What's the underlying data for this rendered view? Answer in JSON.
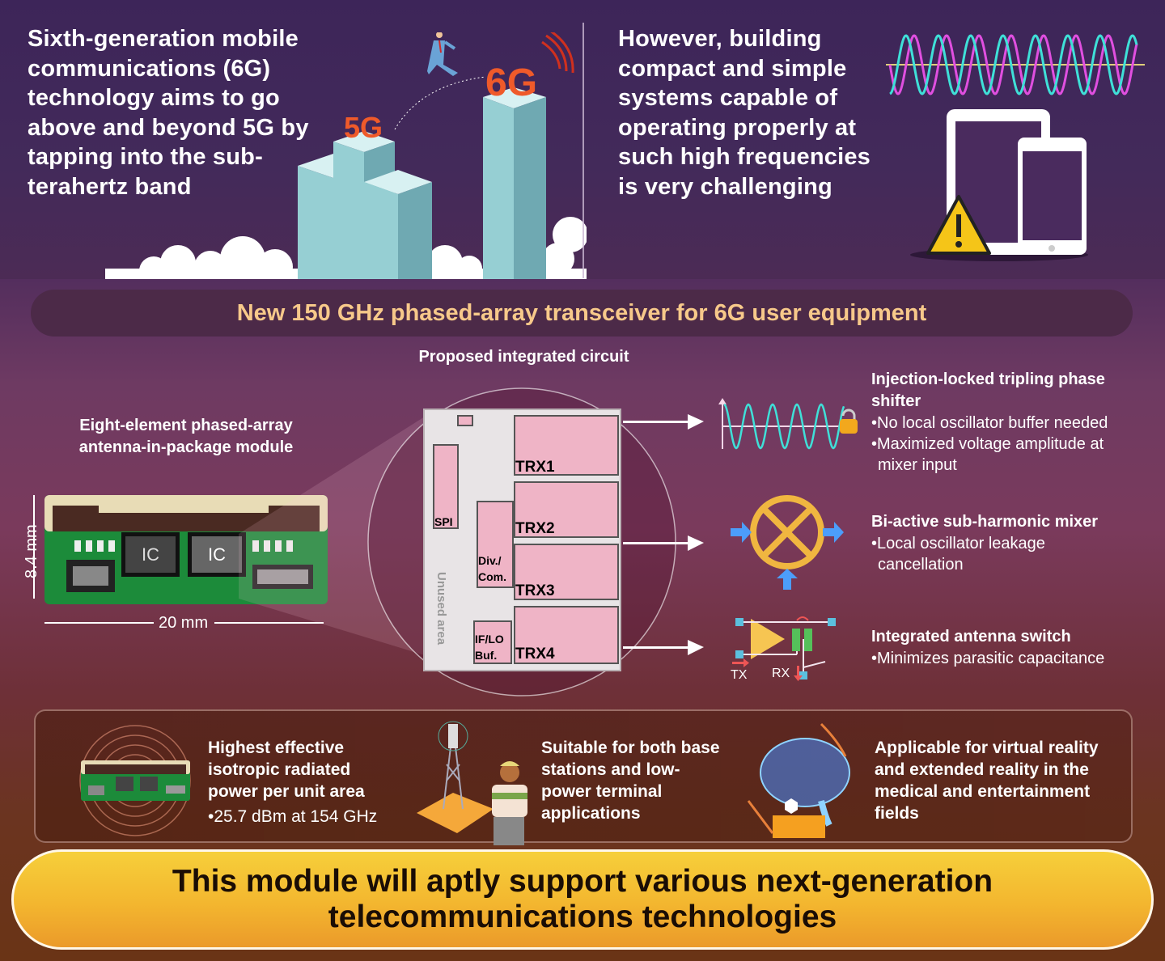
{
  "top": {
    "left_text": "Sixth-generation mobile communications (6G) technology aims to go above and beyond 5G by tapping into the sub-terahertz band",
    "right_text": "However, building compact and simple systems capable of operating properly at such high frequencies is very challenging",
    "label_5g": "5G",
    "label_6g": "6G"
  },
  "title": "New 150 GHz phased-array transceiver for 6G user equipment",
  "module": {
    "label": "Eight-element phased-array antenna-in-package module",
    "ic_label": "IC",
    "height_dim": "8.4 mm",
    "width_dim": "20 mm"
  },
  "chip": {
    "label": "Proposed integrated circuit",
    "blocks": {
      "trx1": "TRX1",
      "trx2": "TRX2",
      "trx3": "TRX3",
      "trx4": "TRX4",
      "spi": "SPI",
      "div_com_1": "Div./",
      "div_com_2": "Com.",
      "iflo_1": "IF/LO",
      "iflo_2": "Buf.",
      "unused": "Unused area"
    }
  },
  "features": [
    {
      "title": "Injection-locked tripling phase shifter",
      "bullets": [
        "•No local oscillator buffer needed",
        "•Maximized voltage amplitude at",
        "mixer input"
      ]
    },
    {
      "title": "Bi-active sub-harmonic mixer",
      "bullets": [
        "•Local oscillator leakage",
        "cancellation"
      ]
    },
    {
      "title": "Integrated antenna switch",
      "bullets": [
        "•Minimizes parasitic capacitance"
      ],
      "tx": "TX",
      "rx": "RX"
    }
  ],
  "benefits": [
    {
      "text": "Highest effective isotropic radiated power per unit area",
      "bullet": "•25.7 dBm at 154 GHz"
    },
    {
      "text": "Suitable for both base stations and low-power terminal applications"
    },
    {
      "text": "Applicable for virtual reality and extended reality in the medical and entertainment fields"
    }
  ],
  "conclusion": "This module will aptly support various next-generation telecommunications technologies",
  "colors": {
    "title_accent": "#f7c98a",
    "banner_bg": "#4c2a48",
    "conclusion_bg": "#f3b62f",
    "mixer": "#f0b640",
    "arrow_blue": "#4c9dfa",
    "wave_cyan": "#3fe0d8",
    "wave_magenta": "#e04fe0"
  }
}
